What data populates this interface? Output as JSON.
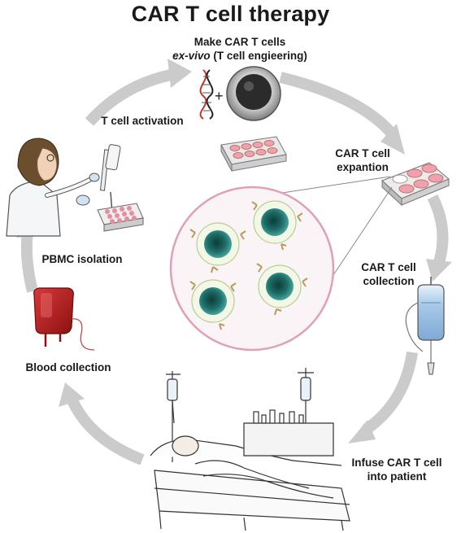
{
  "title": "CAR T cell therapy",
  "steps": {
    "make": {
      "line1": "Make CAR T cells",
      "line2_italic": "ex-vivo",
      "line2_rest": " (T cell engieering)"
    },
    "expansion": {
      "line1": "CAR T cell",
      "line2": "expantion"
    },
    "collection": {
      "line1": "CAR T cell",
      "line2": "collection"
    },
    "infuse": {
      "line1": "Infuse CAR T cell",
      "line2": "into patient"
    },
    "blood": {
      "label": "Blood collection"
    },
    "pbmc": {
      "label": "PBMC isolation"
    },
    "activation": {
      "label": "T cell activation"
    }
  },
  "colors": {
    "arrow": "#c8c8c8",
    "dish_pink": "#f0a0b0",
    "cell_core": "#2a8f86",
    "zoom_border": "#e0a0b4",
    "blood": "#b81d1d",
    "iv_fluid": "#a9c9e8"
  },
  "icons": [
    "dna-icon",
    "cell-icon",
    "culture-plate-icon",
    "scientist-icon",
    "blood-bag-icon",
    "iv-bag-icon",
    "hospital-bed-icon",
    "car-t-cell-icon"
  ]
}
